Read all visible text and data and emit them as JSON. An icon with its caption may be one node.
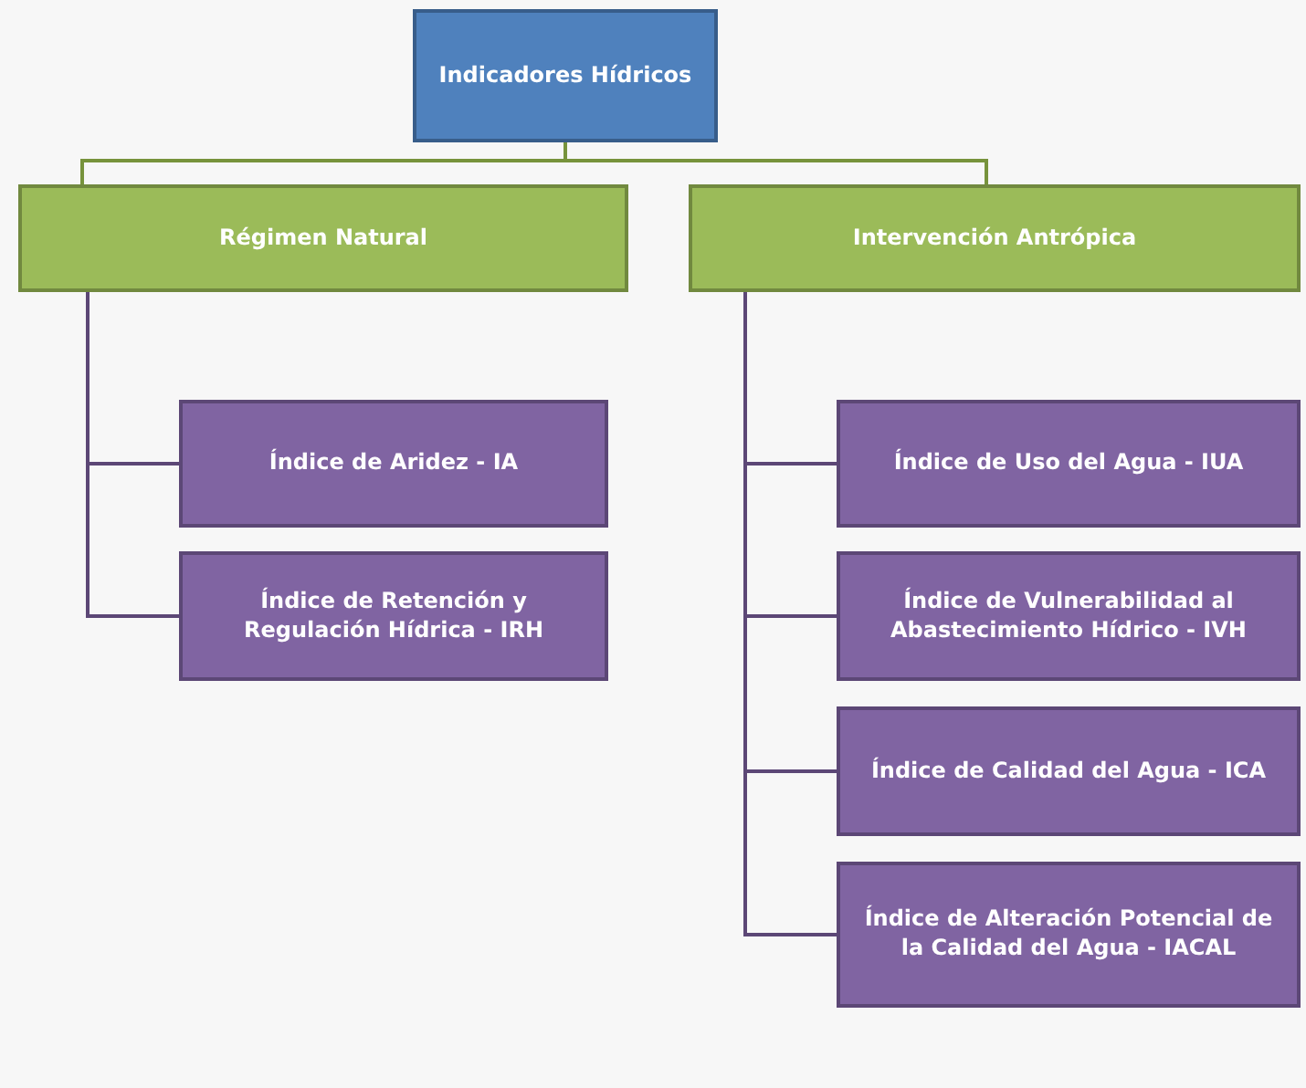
{
  "diagram": {
    "nodes": [
      {
        "text": [
          "Indicadores Hídricos"
        ]
      },
      {
        "text": [
          "Régimen Natural"
        ]
      },
      {
        "text": [
          "Intervención Antrópica"
        ]
      },
      {
        "text": [
          "Índice de Aridez - IA"
        ]
      },
      {
        "text": [
          "Índice de Retención y Regulación Hídrica - IRH"
        ]
      },
      {
        "text": [
          "Índice de Uso del Agua - IUA"
        ]
      },
      {
        "text": [
          "Índice de Vulnerabilidad al Abastecimiento Hídrico - IVH"
        ]
      },
      {
        "text": [
          "Índice de Calidad del Agua - ICA"
        ]
      },
      {
        "text": [
          "Índice de Alteración Potencial de la Calidad del Agua - IACAL"
        ]
      }
    ],
    "edges": [
      {
        "from": 0,
        "to": 1,
        "arrow": "none",
        "color": "#77933c"
      },
      {
        "from": 0,
        "to": 2,
        "arrow": "none",
        "color": "#77933c"
      },
      {
        "from": 1,
        "to": 3,
        "arrow": "none"
      },
      {
        "from": 1,
        "to": 4,
        "arrow": "none"
      },
      {
        "from": 2,
        "to": 5,
        "arrow": "none"
      },
      {
        "from": 2,
        "to": 6,
        "arrow": "none"
      },
      {
        "from": 2,
        "to": 7,
        "arrow": "none"
      },
      {
        "from": 2,
        "to": 8,
        "arrow": "none"
      }
    ]
  }
}
